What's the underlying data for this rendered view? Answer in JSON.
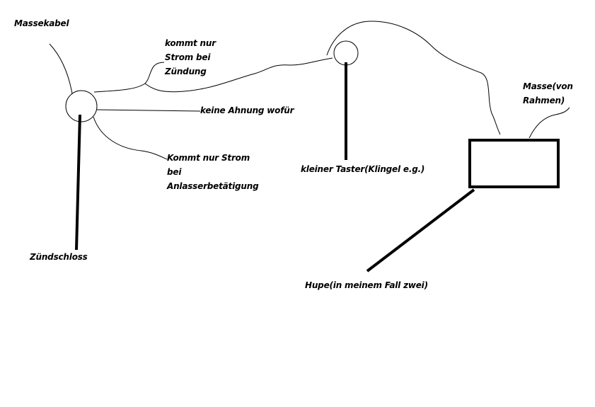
{
  "labels": {
    "massekabel": "Massekabel",
    "zuendung": [
      "kommt nur",
      "Strom bei",
      "Zündung"
    ],
    "keine_ahnung": "keine Ahnung wofür",
    "anlasser": [
      "Kommt nur Strom",
      "bei",
      "Anlasserbetätigung"
    ],
    "zuendschloss": "Zündschloss",
    "taster": "kleiner  Taster(Klingel e.g.)",
    "masse_rahmen": [
      "Masse(von",
      "Rahmen)"
    ],
    "hupe": "Hupe(in meinem Fall zwei)"
  },
  "colors": {
    "line": "#000000",
    "background": "#ffffff"
  }
}
